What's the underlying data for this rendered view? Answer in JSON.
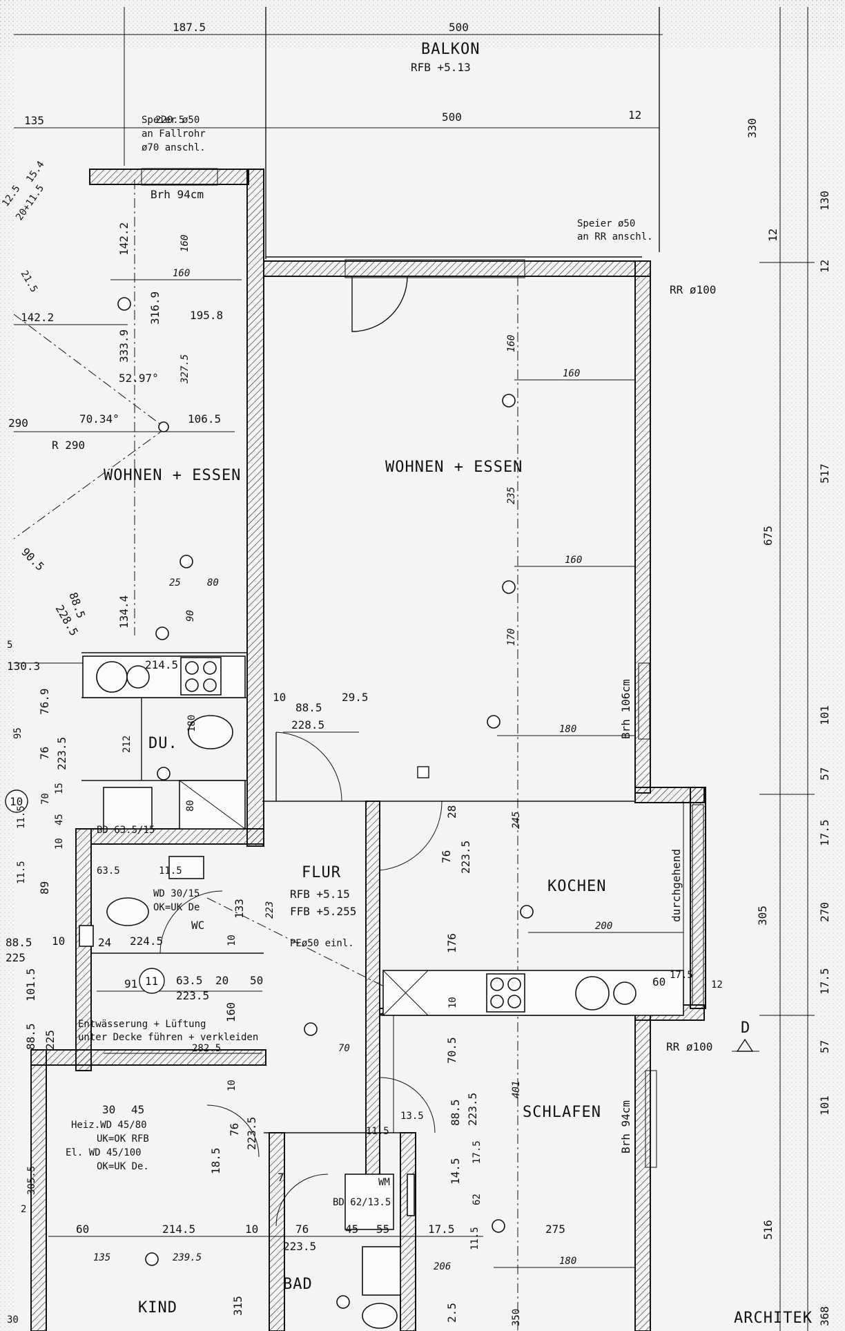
{
  "rooms": {
    "balkon": "BALKON",
    "balkon_rfb": "RFB +5.13",
    "wohnen_left": "WOHNEN + ESSEN",
    "wohnen_main": "WOHNEN + ESSEN",
    "du": "DU.",
    "wc": "WC",
    "flur": "FLUR",
    "flur_rfb": "RFB +5.15",
    "flur_ffb": "FFB +5.255",
    "kochen": "KOCHEN",
    "schlafen": "SCHLAFEN",
    "kind": "KIND",
    "bad": "BAD",
    "architek": "ARCHITEK"
  },
  "notes": {
    "speier_top_1": "Speier ø50",
    "speier_top_2": "an Fallrohr",
    "speier_top_3": "ø70 anschl.",
    "speier_right_1": "Speier ø50",
    "speier_right_2": "an RR anschl.",
    "rr_top": "RR ø100",
    "rr_bottom": "RR ø100",
    "brh94_top": "Brh 94cm",
    "brh106": "Brh 106cm",
    "brh94_right": "Brh 94cm",
    "durchgehend": "durchgehend",
    "bd_du": "BD 63.5/15",
    "wd_wc_1": "WD 30/15",
    "wd_wc_2": "OK=UK De",
    "pe": "PEø50 einl.",
    "entw_1": "Entwässerung + Lüftung",
    "entw_2": "unter Decke führen + verkleiden",
    "heiz_1": "Heiz.WD 45/80",
    "heiz_2": "UK=OK RFB",
    "heiz_3": "El.  WD 45/100",
    "heiz_4": "OK=UK De.",
    "bd_bad": "BD 62/13.5",
    "wm": "WM",
    "marker_d": "D",
    "marker_10": "10",
    "marker_11": "11"
  },
  "dims": {
    "d187": "187.5",
    "d500a": "500",
    "d500b": "500",
    "d220": "220.5",
    "d135a": "135",
    "d12a": "12",
    "d330": "330",
    "d130": "130",
    "d12b": "12",
    "d12c": "12",
    "d142a": "142.2",
    "d160a": "160",
    "d160b": "160",
    "d316": "316.9",
    "d195": "195.8",
    "d142b": "142.2",
    "d333": "333.9",
    "d327": "327.5",
    "d5297": "52.97°",
    "d290": "290",
    "d7034": "70.34°",
    "d106": "106.5",
    "dR290": "R 290",
    "d905": "90.5",
    "d885": "88.5",
    "d285": "228.5",
    "d1344": "134.4",
    "d25": "25",
    "d80": "80",
    "d90": "90",
    "d130b": "130.3",
    "d2145": "214.5",
    "d769": "76.9",
    "d95": "95",
    "d76": "76",
    "d2235a": "223.5",
    "d212": "212",
    "d180v": "180",
    "d70": "70",
    "d15": "15",
    "d80v": "80",
    "d45": "45",
    "d115": "11.5",
    "d115b": "11.5",
    "d10a": "10",
    "d89": "89",
    "d635": "63.5",
    "d115c": "11.5",
    "d885b": "88.5",
    "d10b": "10",
    "d24": "24",
    "d2245": "224.5",
    "d225": "225",
    "d1015": "101.5",
    "d91": "91",
    "d635b": "63.5",
    "d2235b": "223.5",
    "d20": "20",
    "d50": "50",
    "d160c": "160",
    "d133": "133",
    "d10c": "10",
    "d885c": "88.5",
    "d225b": "225",
    "d2825": "282.5",
    "d70b": "70",
    "d160e": "160",
    "d160f": "160",
    "d235": "235",
    "d160g": "160",
    "d170": "170",
    "d10d": "10",
    "d885d": "88.5",
    "d295": "29.5",
    "d2285": "228.5",
    "d180h": "180",
    "d675": "675",
    "d517": "517",
    "d101": "101",
    "d57": "57",
    "d175": "17.5",
    "d28": "28",
    "d76b": "76",
    "d2235c": "223.5",
    "d245": "245",
    "d223": "223",
    "d176": "176",
    "d200": "200",
    "d10e": "10",
    "d60": "60",
    "d175b": "17.5",
    "d12d": "12",
    "d305": "305",
    "d270": "270",
    "d175c": "17.5",
    "d57b": "57",
    "d705": "70.5",
    "d401": "401",
    "d885e": "88.5",
    "d2235d": "223.5",
    "d135b": "13.5",
    "d115d": "11.5",
    "d175d": "17.5",
    "d145": "14.5",
    "d62": "62",
    "d30": "30",
    "d45b": "45",
    "d10f": "10",
    "d76c": "76",
    "d2235e": "223.5",
    "d185": "18.5",
    "d60b": "60",
    "d2145b": "214.5",
    "d10g": "10",
    "d76d": "76",
    "d45c": "45",
    "d55": "55",
    "d175e": "17.5",
    "d275": "275",
    "d115e": "11.5",
    "d135c": "135",
    "d2395": "239.5",
    "d2235f": "223.5",
    "d206": "206",
    "d180i": "180",
    "d315": "315",
    "d7": "7",
    "d25b": "2.5",
    "d350": "350",
    "d516": "516",
    "d101b": "101",
    "d368": "368",
    "d305b": "305.5",
    "d30b": "30",
    "d2": "2",
    "d5": "5",
    "d125": "12.5",
    "d20115": "20+11.5",
    "d154": "15.4",
    "d215": "21.5"
  }
}
